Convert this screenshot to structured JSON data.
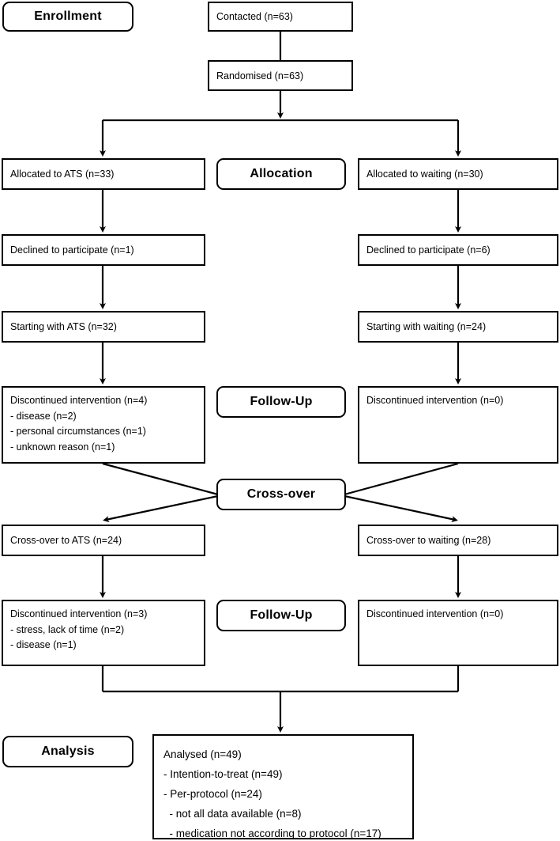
{
  "diagram": {
    "title": "CONSORT participant flow diagram",
    "line_color": "#000000",
    "box_border_color": "#000000",
    "background": "#ffffff"
  },
  "stages": {
    "enrollment": "Enrollment",
    "allocation": "Allocation",
    "followup_1": "Follow-Up",
    "crossover": "Cross-over",
    "followup_2": "Follow-Up",
    "analysis": "Analysis"
  },
  "enrollment": {
    "contacted": "Contacted (n=63)",
    "randomised": "Randomised (n=63)"
  },
  "allocation": {
    "left": "Allocated to ATS (n=33)",
    "right": "Allocated to waiting (n=30)"
  },
  "declined": {
    "left": "Declined to participate (n=1)",
    "right": "Declined to participate (n=6)"
  },
  "starting": {
    "left": "Starting with ATS (n=32)",
    "right": "Starting with waiting (n=24)"
  },
  "followup_1": {
    "left": {
      "line1": "Discontinued intervention (n=4)",
      "line2": "- disease (n=2)",
      "line3": "- personal circumstances (n=1)",
      "line4": "- unknown reason (n=1)"
    },
    "right": {
      "line1": "Discontinued intervention (n=0)"
    }
  },
  "crossover": {
    "left": "Cross-over to ATS (n=24)",
    "right": "Cross-over to waiting (n=28)"
  },
  "followup_2": {
    "left": {
      "line1": "Discontinued intervention (n=3)",
      "line2": "- stress, lack of time (n=2)",
      "line3": "- disease (n=1)"
    },
    "right": {
      "line1": "Discontinued intervention (n=0)"
    }
  },
  "analysis": {
    "line1": "Analysed (n=49)",
    "line2": "- Intention-to-treat (n=49)",
    "line3": "- Per-protocol (n=24)",
    "line4": "  - not all data available (n=8)",
    "line5": "  - medication not according to protocol (n=17)"
  }
}
